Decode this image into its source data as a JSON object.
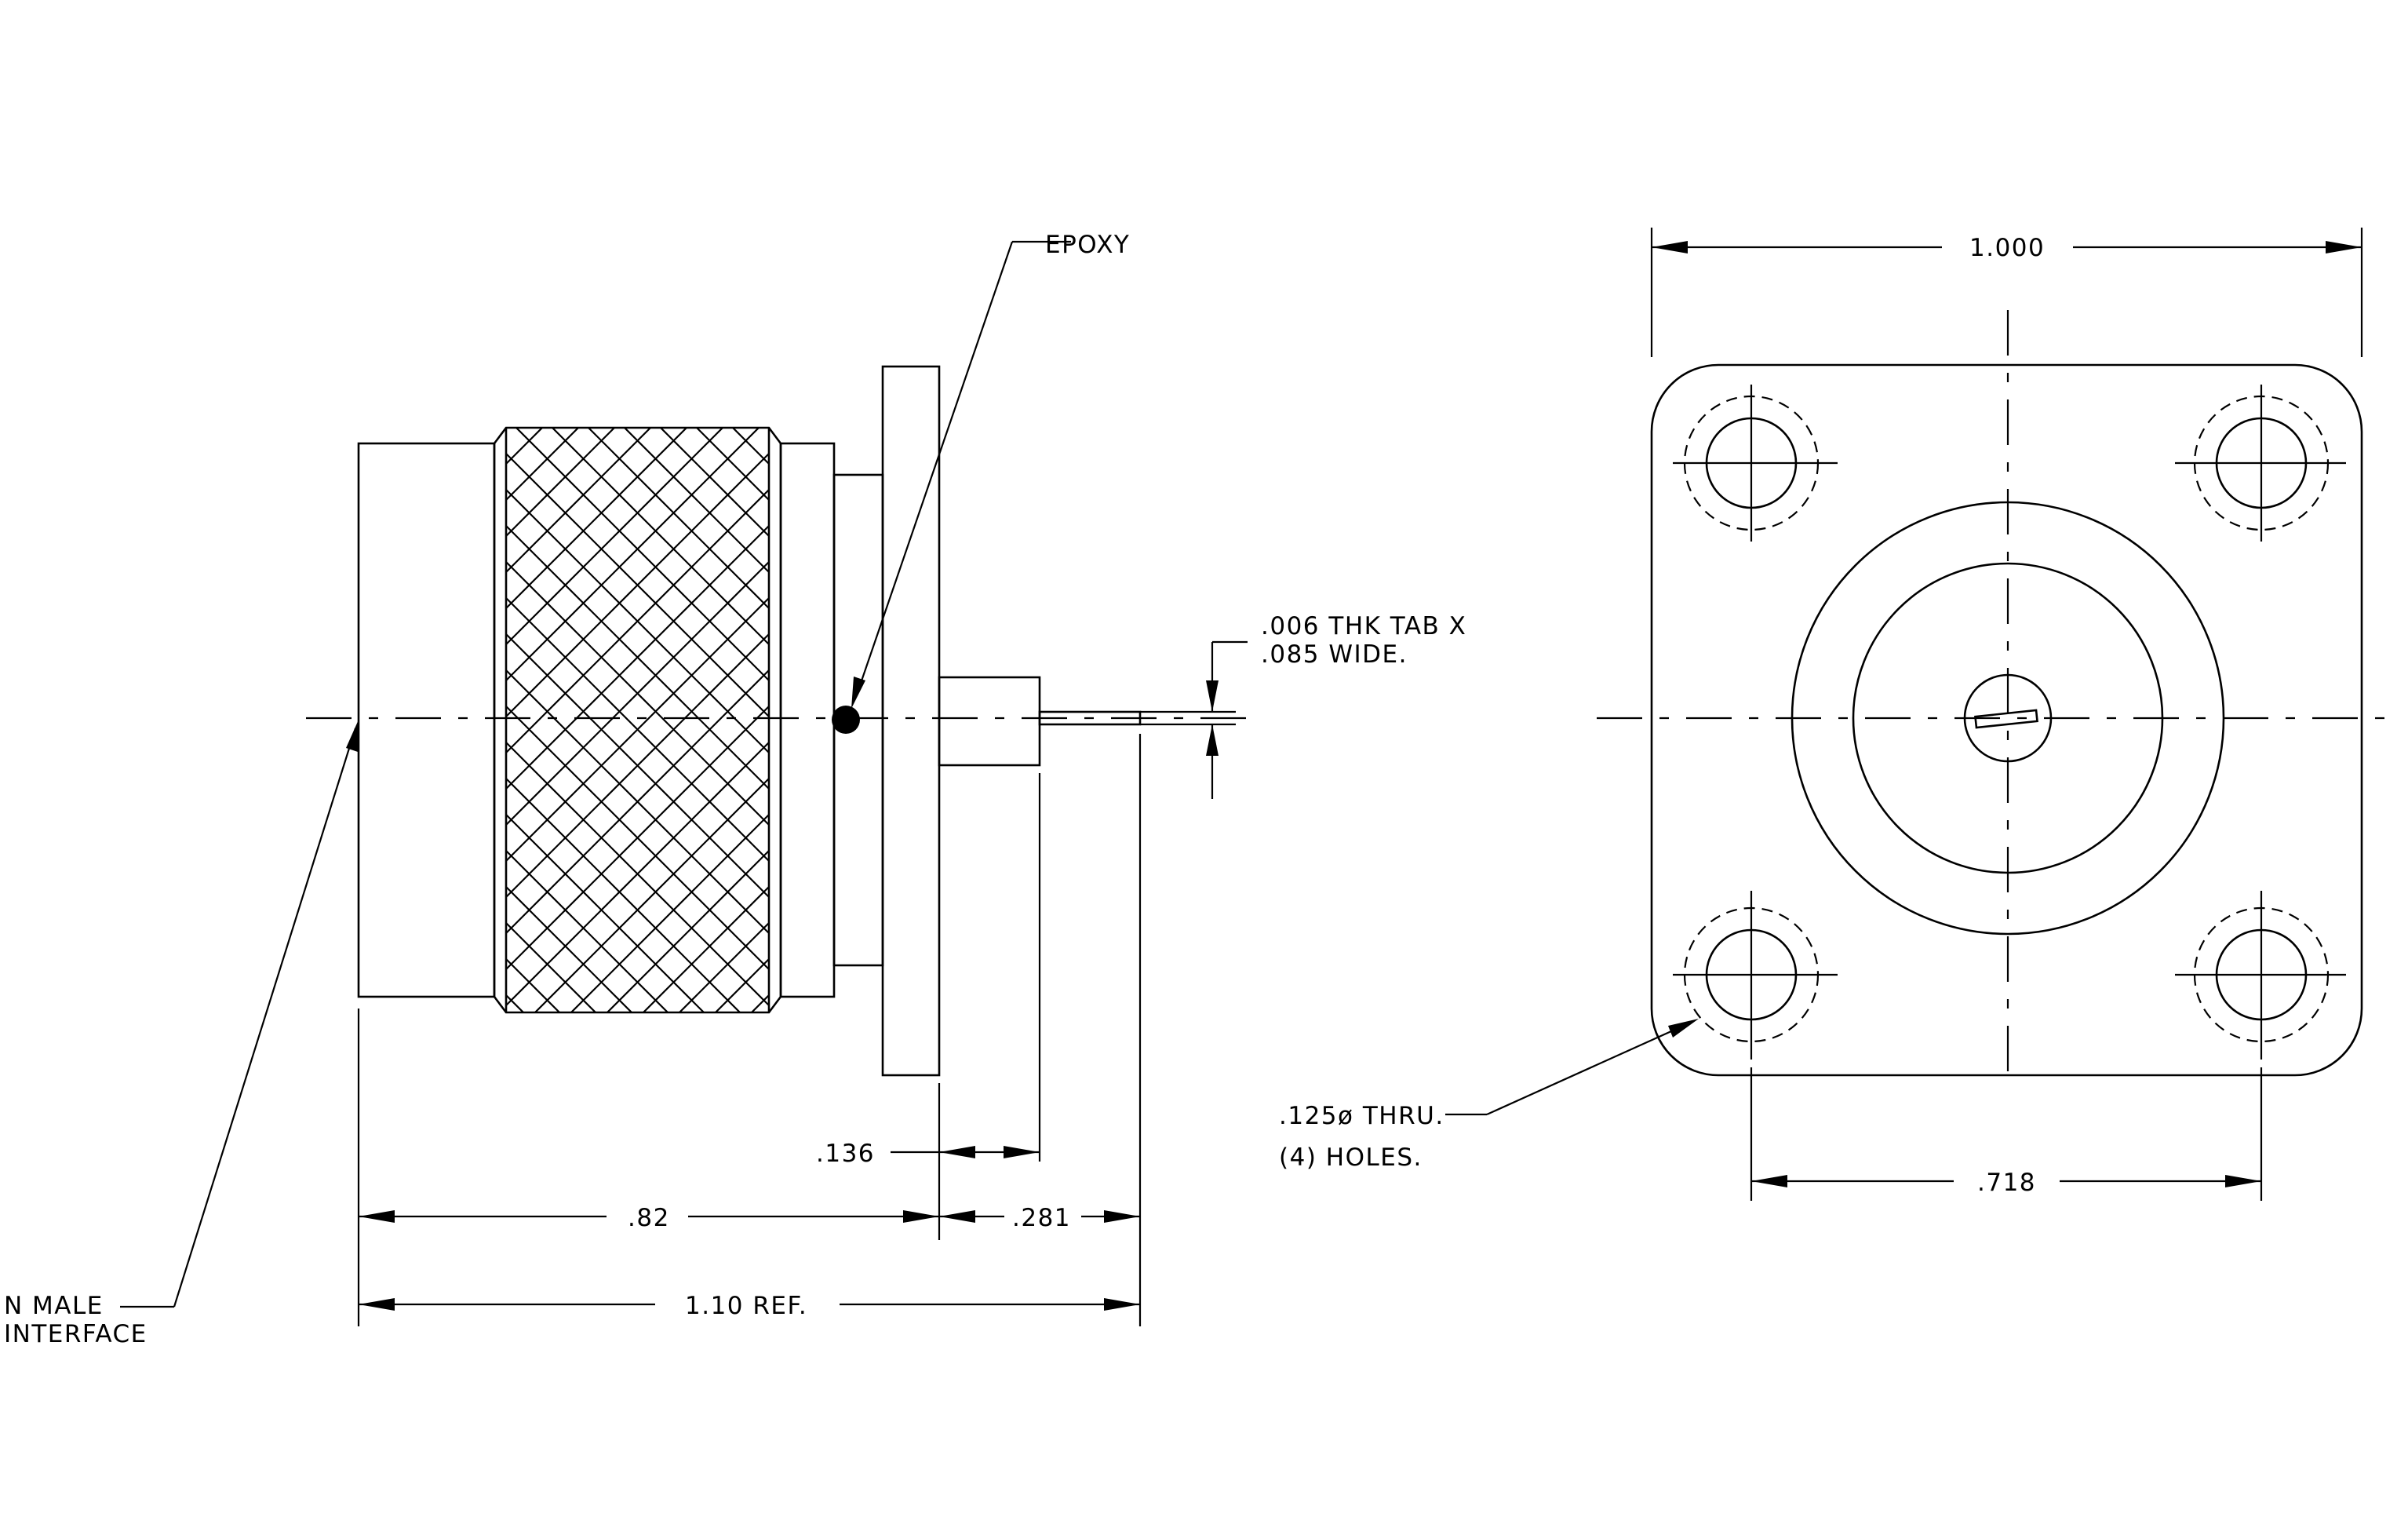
{
  "labels": {
    "epoxy": "EPOXY",
    "tab_line1": ".006 THK TAB X",
    "tab_line2": ".085 WIDE.",
    "interface_line1": "N MALE",
    "interface_line2": "INTERFACE",
    "holes_line1": ".125ø THRU.",
    "holes_line2": "(4) HOLES."
  },
  "dimensions": {
    "dim_136": ".136",
    "dim_82": ".82",
    "dim_281": ".281",
    "dim_110": "1.10 REF.",
    "dim_1000": "1.000",
    "dim_718": ".718"
  }
}
